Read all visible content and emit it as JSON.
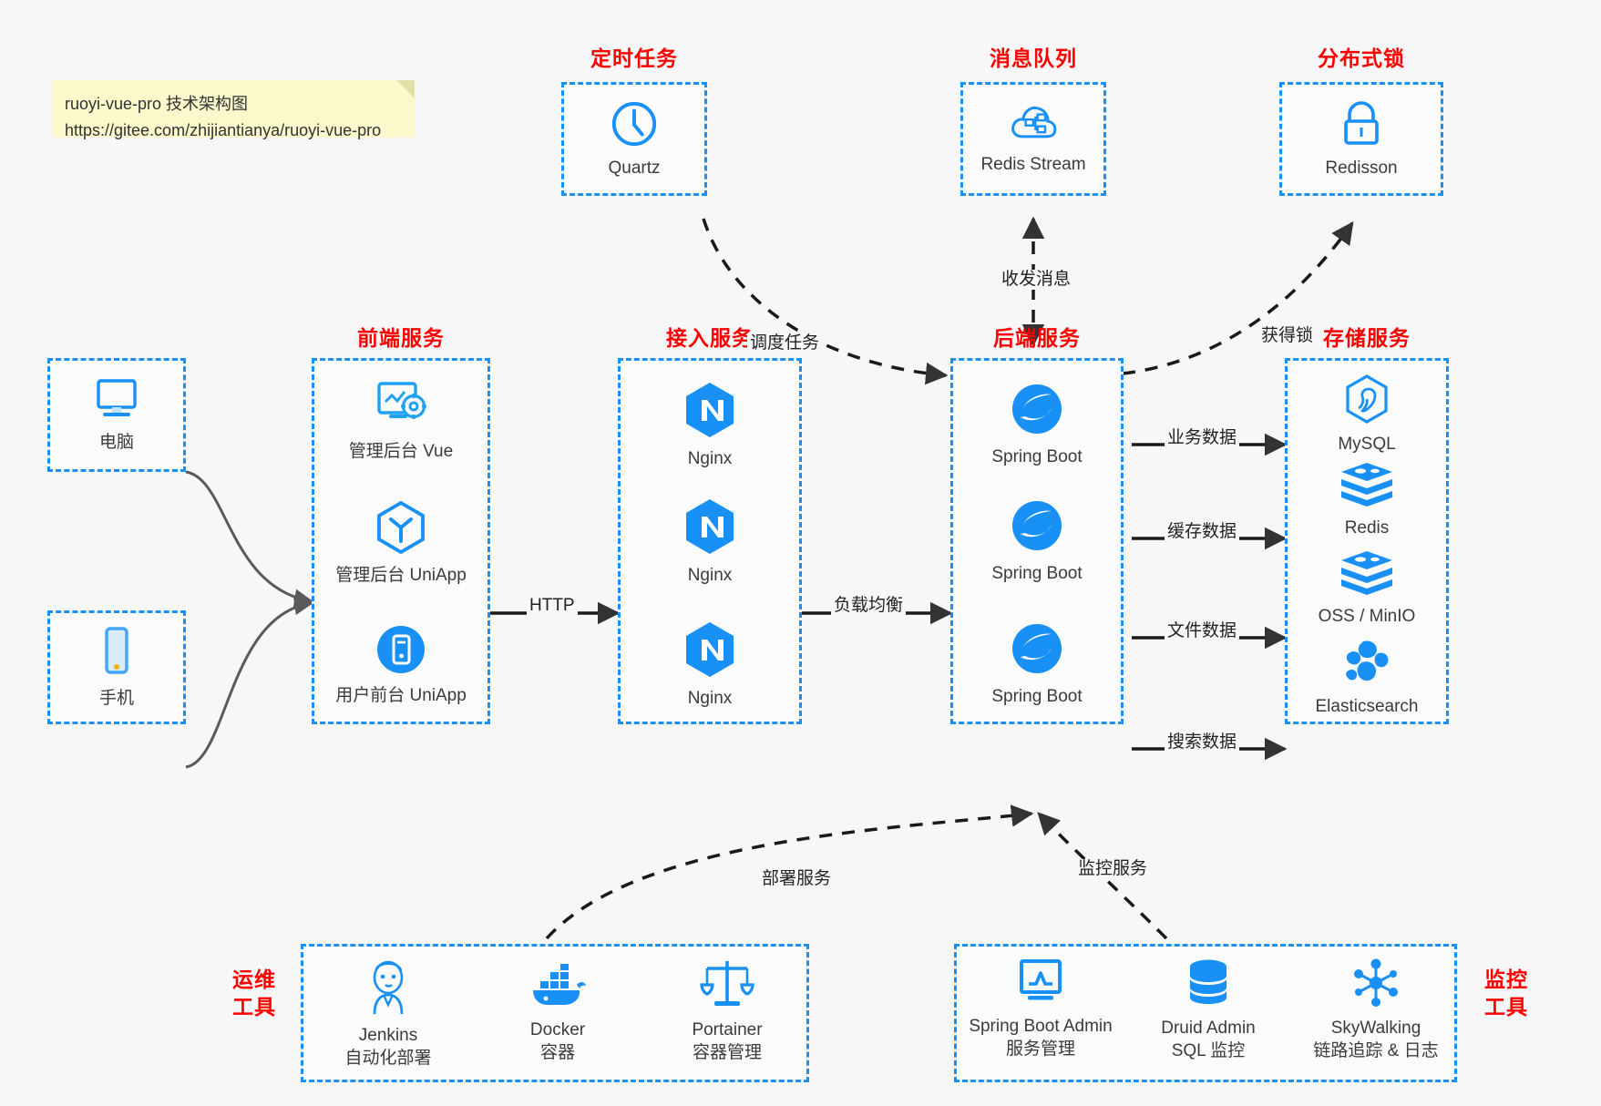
{
  "note": {
    "line1": "ruoyi-vue-pro 技术架构图",
    "line2": "https://gitee.com/zhijiantianya/ruoyi-vue-pro"
  },
  "colors": {
    "box_border": "#1890f6",
    "group_title": "#ff0000",
    "icon_blue": "#1890f6",
    "background": "#f7f7f7",
    "note_bg": "#fbf8cc",
    "edge": "#333333"
  },
  "groups": {
    "scheduler": {
      "title": "定时任务",
      "nodes": [
        {
          "label": "Quartz",
          "icon": "clock-icon"
        }
      ]
    },
    "mq": {
      "title": "消息队列",
      "nodes": [
        {
          "label": "Redis Stream",
          "icon": "cloud-network-icon"
        }
      ]
    },
    "lock": {
      "title": "分布式锁",
      "nodes": [
        {
          "label": "Redisson",
          "icon": "lock-icon"
        }
      ]
    },
    "client_pc": {
      "title": "",
      "nodes": [
        {
          "label": "电脑",
          "icon": "desktop-icon"
        }
      ]
    },
    "client_mobile": {
      "title": "",
      "nodes": [
        {
          "label": "手机",
          "icon": "smartphone-icon"
        }
      ]
    },
    "frontend": {
      "title": "前端服务",
      "nodes": [
        {
          "label": "管理后台 Vue",
          "icon": "dashboard-gear-icon"
        },
        {
          "label": "管理后台 UniApp",
          "icon": "hexagon-uniapp-icon"
        },
        {
          "label": "用户前台 UniApp",
          "icon": "mobile-circle-icon"
        }
      ]
    },
    "gateway": {
      "title": "接入服务",
      "nodes": [
        {
          "label": "Nginx",
          "icon": "nginx-icon"
        },
        {
          "label": "Nginx",
          "icon": "nginx-icon"
        },
        {
          "label": "Nginx",
          "icon": "nginx-icon"
        }
      ]
    },
    "backend": {
      "title": "后端服务",
      "nodes": [
        {
          "label": "Spring Boot",
          "icon": "spring-boot-icon"
        },
        {
          "label": "Spring Boot",
          "icon": "spring-boot-icon"
        },
        {
          "label": "Spring Boot",
          "icon": "spring-boot-icon"
        }
      ]
    },
    "storage": {
      "title": "存储服务",
      "nodes": [
        {
          "label": "MySQL",
          "icon": "mysql-icon"
        },
        {
          "label": "Redis",
          "icon": "redis-icon"
        },
        {
          "label": "OSS / MinIO",
          "icon": "redis-icon"
        },
        {
          "label": "Elasticsearch",
          "icon": "elasticsearch-icon"
        }
      ]
    },
    "devops": {
      "title": "运维\n工具",
      "title_line1": "运维",
      "title_line2": "工具",
      "nodes": [
        {
          "label": "Jenkins",
          "sublabel": "自动化部署",
          "icon": "jenkins-icon"
        },
        {
          "label": "Docker",
          "sublabel": "容器",
          "icon": "docker-icon"
        },
        {
          "label": "Portainer",
          "sublabel": "容器管理",
          "icon": "scales-icon"
        }
      ]
    },
    "monitor": {
      "title_line1": "监控",
      "title_line2": "工具",
      "nodes": [
        {
          "label": "Spring Boot Admin",
          "sublabel": "服务管理",
          "icon": "monitor-chart-icon"
        },
        {
          "label": "Druid Admin",
          "sublabel": "SQL 监控",
          "icon": "database-icon"
        },
        {
          "label": "SkyWalking",
          "sublabel": "链路追踪 & 日志",
          "icon": "skywalking-icon"
        }
      ]
    }
  },
  "edges": [
    {
      "label": "调度任务",
      "from": "scheduler",
      "to": "backend",
      "style": "dashed"
    },
    {
      "label": "收发消息",
      "from": "mq",
      "to": "backend",
      "style": "dashed",
      "bidirectional": true
    },
    {
      "label": "获得锁",
      "from": "backend",
      "to": "lock",
      "style": "dashed"
    },
    {
      "label": "HTTP",
      "from": "frontend",
      "to": "gateway",
      "style": "solid"
    },
    {
      "label": "负载均衡",
      "from": "gateway",
      "to": "backend",
      "style": "solid"
    },
    {
      "label": "业务数据",
      "from": "backend",
      "to": "MySQL",
      "style": "solid"
    },
    {
      "label": "缓存数据",
      "from": "backend",
      "to": "Redis",
      "style": "solid"
    },
    {
      "label": "文件数据",
      "from": "backend",
      "to": "OSS / MinIO",
      "style": "solid"
    },
    {
      "label": "搜索数据",
      "from": "backend",
      "to": "Elasticsearch",
      "style": "solid"
    },
    {
      "label": "部署服务",
      "from": "devops",
      "to": "backend",
      "style": "dashed"
    },
    {
      "label": "监控服务",
      "from": "monitor",
      "to": "backend",
      "style": "dashed"
    }
  ]
}
